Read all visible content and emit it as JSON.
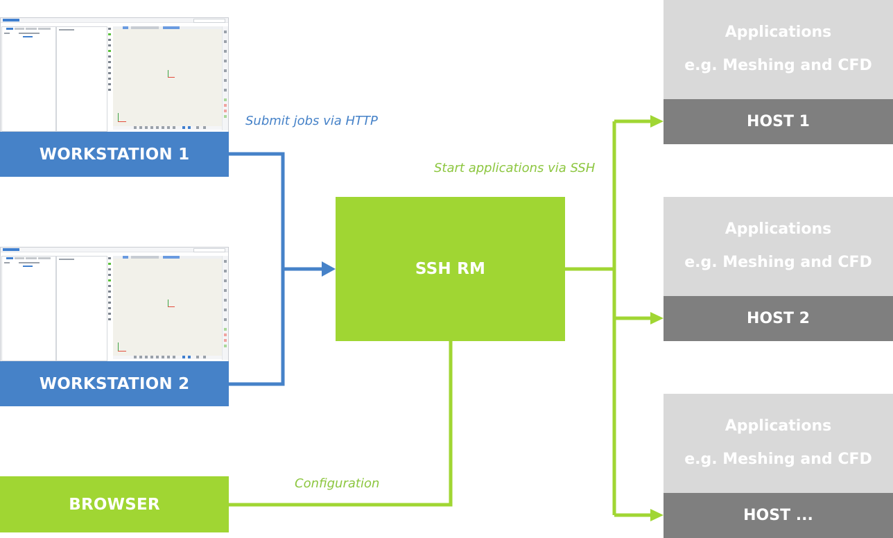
{
  "workstations": [
    {
      "label": "WORKSTATION 1"
    },
    {
      "label": "WORKSTATION 2"
    }
  ],
  "browser": {
    "label": "BROWSER"
  },
  "ssh_rm": {
    "label": "SSH RM"
  },
  "connections": {
    "submit_label": "Submit jobs via HTTP",
    "start_label": "Start applications via SSH",
    "config_label": "Configuration"
  },
  "hosts": [
    {
      "app_title": "Applications",
      "app_subtitle": "e.g. Meshing and CFD",
      "label": "HOST 1"
    },
    {
      "app_title": "Applications",
      "app_subtitle": "e.g. Meshing and CFD",
      "label": "HOST 2"
    },
    {
      "app_title": "Applications",
      "app_subtitle": "e.g. Meshing and CFD",
      "label": "HOST ..."
    }
  ],
  "colors": {
    "blue": "#4682c8",
    "green": "#a0d633",
    "host_dark": "#7f7f7f",
    "app_light": "#d9d9d9"
  }
}
